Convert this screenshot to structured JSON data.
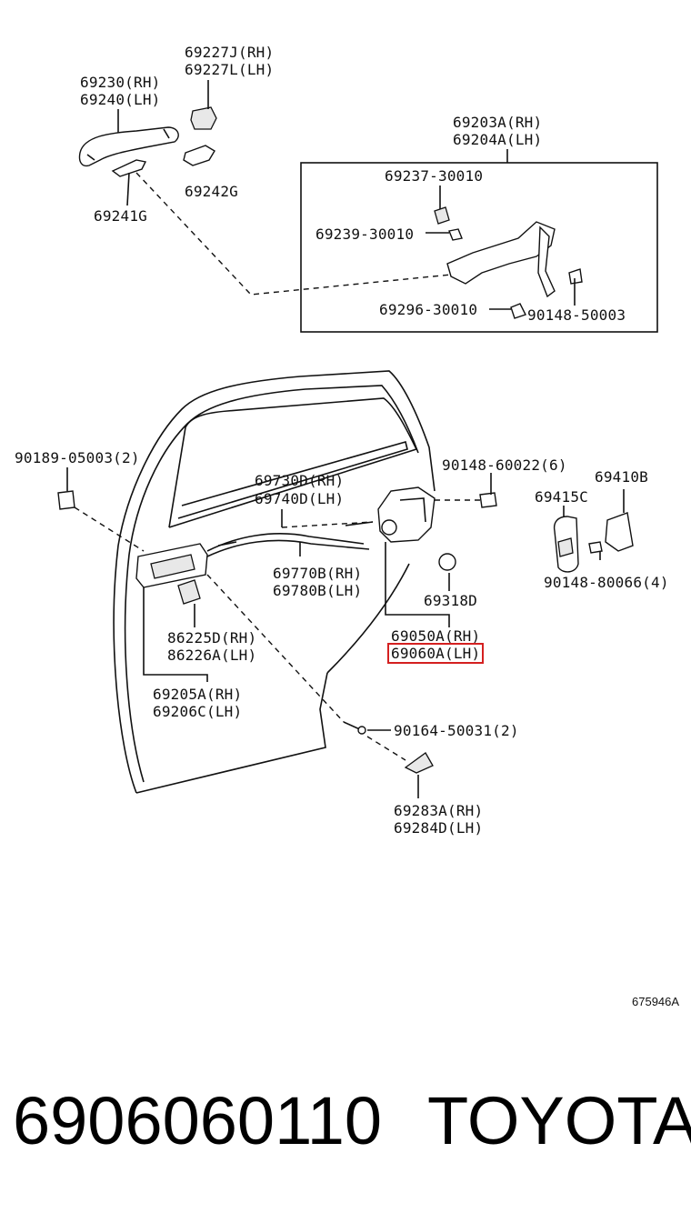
{
  "labels": {
    "l_69227J": "69227J(RH)",
    "l_69227L": "69227L(LH)",
    "l_69230": "69230(RH)",
    "l_69240": "69240(LH)",
    "l_69242G": "69242G",
    "l_69241G": "69241G",
    "l_69203A": "69203A(RH)",
    "l_69204A": "69204A(LH)",
    "l_69237": "69237-30010",
    "l_69239": "69239-30010",
    "l_69296": "69296-30010",
    "l_90148_50003": "90148-50003",
    "l_90189": "90189-05003(2)",
    "l_90148_60022": "90148-60022(6)",
    "l_69410B": "69410B",
    "l_69415C": "69415C",
    "l_69730D": "69730D(RH)",
    "l_69740D": "69740D(LH)",
    "l_69770B": "69770B(RH)",
    "l_69780B": "69780B(LH)",
    "l_69318D": "69318D",
    "l_90148_80066": "90148-80066(4)",
    "l_69050A": "69050A(RH)",
    "l_69060A": "69060A(LH)",
    "l_86225D": "86225D(RH)",
    "l_86226A": "86226A(LH)",
    "l_69205A": "69205A(RH)",
    "l_69206C": "69206C(LH)",
    "l_90164": "90164-50031(2)",
    "l_69283A": "69283A(RH)",
    "l_69284D": "69284D(LH)"
  },
  "diagram_ref": "675946A",
  "part_number": "6906060110",
  "brand": "TOYOTA",
  "highlight_color": "#d42020"
}
